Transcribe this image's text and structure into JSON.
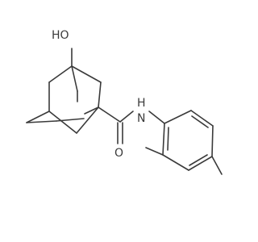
{
  "molecule": {
    "atom_labels": {
      "hydroxyl": "HO",
      "amide_nitrogen": "N",
      "amide_hydrogen": "H",
      "carbonyl_oxygen": "O"
    }
  }
}
